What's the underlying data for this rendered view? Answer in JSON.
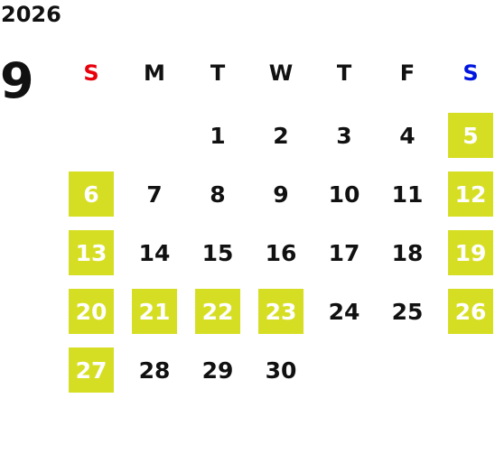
{
  "calendar": {
    "year": "2026",
    "month": "9",
    "weekdays": [
      "S",
      "M",
      "T",
      "W",
      "T",
      "F",
      "S"
    ],
    "weekday_colors": [
      "#e8000b",
      "#111111",
      "#111111",
      "#111111",
      "#111111",
      "#111111",
      "#0016e0"
    ],
    "highlight_color": "#d6de24",
    "weeks": [
      [
        null,
        null,
        {
          "d": "1"
        },
        {
          "d": "2"
        },
        {
          "d": "3"
        },
        {
          "d": "4"
        },
        {
          "d": "5",
          "hl": true
        }
      ],
      [
        {
          "d": "6",
          "hl": true
        },
        {
          "d": "7"
        },
        {
          "d": "8"
        },
        {
          "d": "9"
        },
        {
          "d": "10"
        },
        {
          "d": "11"
        },
        {
          "d": "12",
          "hl": true
        }
      ],
      [
        {
          "d": "13",
          "hl": true
        },
        {
          "d": "14"
        },
        {
          "d": "15"
        },
        {
          "d": "16"
        },
        {
          "d": "17"
        },
        {
          "d": "18"
        },
        {
          "d": "19",
          "hl": true
        }
      ],
      [
        {
          "d": "20",
          "hl": true
        },
        {
          "d": "21",
          "hl": true
        },
        {
          "d": "22",
          "hl": true
        },
        {
          "d": "23",
          "hl": true
        },
        {
          "d": "24"
        },
        {
          "d": "25"
        },
        {
          "d": "26",
          "hl": true
        }
      ],
      [
        {
          "d": "27",
          "hl": true
        },
        {
          "d": "28"
        },
        {
          "d": "29"
        },
        {
          "d": "30"
        },
        null,
        null,
        null
      ]
    ]
  }
}
